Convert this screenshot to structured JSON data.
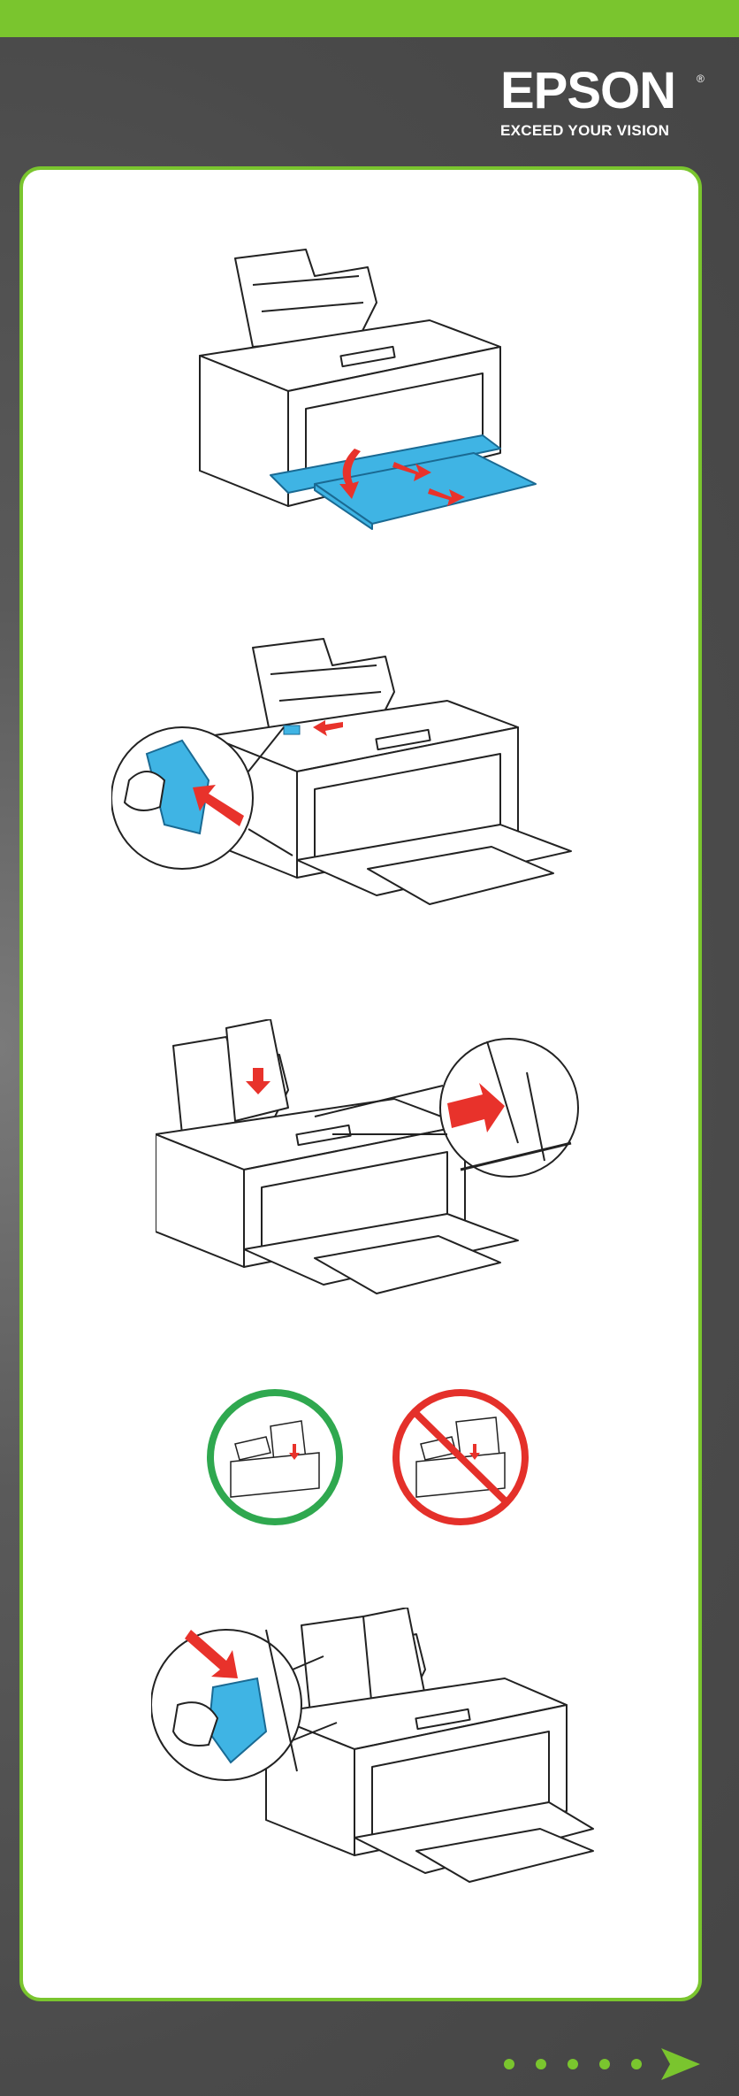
{
  "header": {
    "brand": "EPSON",
    "registered": "®",
    "tagline": "EXCEED YOUR VISION"
  },
  "colors": {
    "accent_green": "#7ac52e",
    "tray_blue": "#3fb4e4",
    "arrow_red": "#e8322b",
    "ok_green": "#2fa84f",
    "no_red": "#e4302a"
  },
  "figures": [
    {
      "id": "extend-output-tray"
    },
    {
      "id": "slide-edge-guide-left"
    },
    {
      "id": "insert-paper-against-right-guide"
    },
    {
      "id": "correct-vs-incorrect-loading"
    },
    {
      "id": "slide-edge-guide-against-paper"
    }
  ],
  "pager": {
    "dots": 5,
    "icon": "next-arrow-icon"
  }
}
